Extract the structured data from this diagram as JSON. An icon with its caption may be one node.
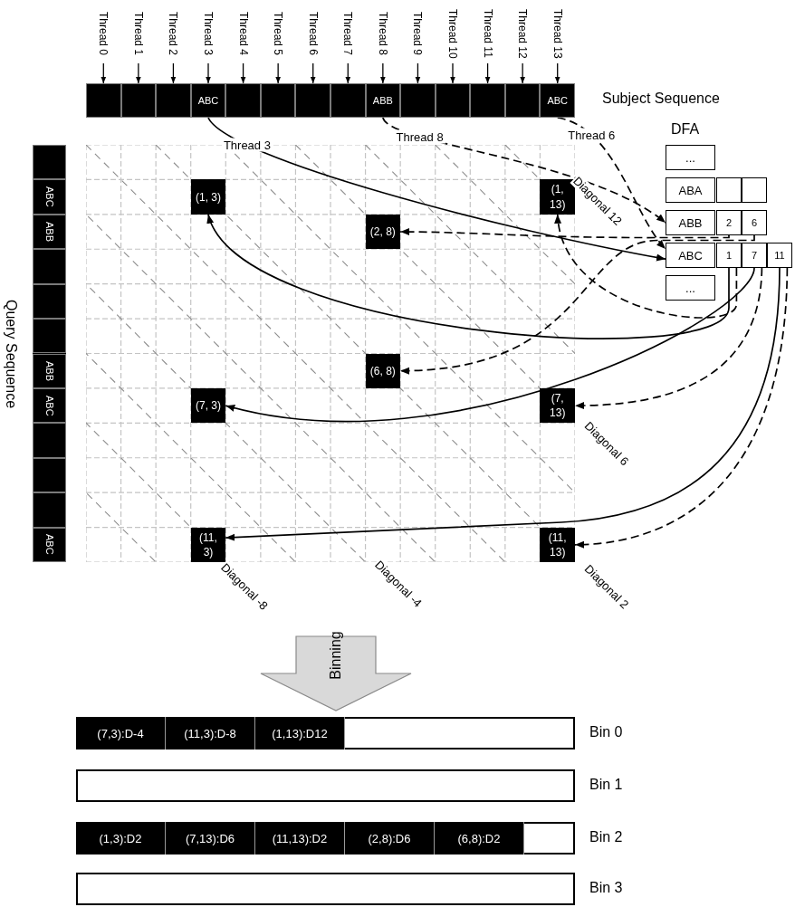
{
  "diagram": {
    "nodes": [
      {
        "text": [
          "Subject Sequence"
        ]
      },
      {
        "text": [],
        "shape": "box",
        "in": 0
      },
      {
        "text": [],
        "shape": "box",
        "in": 0
      },
      {
        "text": [],
        "shape": "box",
        "in": 0
      },
      {
        "text": [
          "ABC"
        ],
        "in": 0
      },
      {
        "text": [],
        "shape": "box",
        "in": 0
      },
      {
        "text": [],
        "shape": "box",
        "in": 0
      },
      {
        "text": [],
        "shape": "box",
        "in": 0
      },
      {
        "text": [],
        "shape": "box",
        "in": 0
      },
      {
        "text": [
          "ABB"
        ],
        "in": 0
      },
      {
        "text": [],
        "shape": "box",
        "in": 0
      },
      {
        "text": [],
        "shape": "box",
        "in": 0
      },
      {
        "text": [],
        "shape": "box",
        "in": 0
      },
      {
        "text": [],
        "shape": "box",
        "in": 0
      },
      {
        "text": [
          "ABC"
        ],
        "in": 0
      },
      {
        "text": [
          "Thread 0"
        ]
      },
      {
        "text": [
          "Thread 1"
        ]
      },
      {
        "text": [
          "Thread 2"
        ]
      },
      {
        "text": [
          "Thread 3"
        ]
      },
      {
        "text": [
          "Thread 4"
        ]
      },
      {
        "text": [
          "Thread 5"
        ]
      },
      {
        "text": [
          "Thread 6"
        ]
      },
      {
        "text": [
          "Thread 7"
        ]
      },
      {
        "text": [
          "Thread 8"
        ]
      },
      {
        "text": [
          "Thread 9"
        ]
      },
      {
        "text": [
          "Thread 10"
        ]
      },
      {
        "text": [
          "Thread 11"
        ]
      },
      {
        "text": [
          "Thread 12"
        ]
      },
      {
        "text": [
          "Thread 13"
        ]
      },
      {
        "text": [
          "Query Sequence"
        ]
      },
      {
        "text": [],
        "shape": "box",
        "in": 29
      },
      {
        "text": [
          "ABC"
        ],
        "in": 29
      },
      {
        "text": [
          "ABB"
        ],
        "in": 29
      },
      {
        "text": [],
        "shape": "box",
        "in": 29
      },
      {
        "text": [],
        "shape": "box",
        "in": 29
      },
      {
        "text": [],
        "shape": "box",
        "in": 29
      },
      {
        "text": [
          "ABB"
        ],
        "in": 29
      },
      {
        "text": [
          "ABC"
        ],
        "in": 29
      },
      {
        "text": [],
        "shape": "box",
        "in": 29
      },
      {
        "text": [],
        "shape": "box",
        "in": 29
      },
      {
        "text": [],
        "shape": "box",
        "in": 29
      },
      {
        "text": [
          "ABC"
        ],
        "in": 29
      },
      {
        "text": [],
        "shape": "box"
      },
      {
        "text": [
          "(1, 3)"
        ],
        "in": 42
      },
      {
        "text": [
          "(1, 13)"
        ],
        "in": 42
      },
      {
        "text": [
          "(2, 8)"
        ],
        "in": 42
      },
      {
        "text": [
          "(6, 8)"
        ],
        "in": 42
      },
      {
        "text": [
          "(7, 3)"
        ],
        "in": 42
      },
      {
        "text": [
          "(7, 13)"
        ],
        "in": 42
      },
      {
        "text": [
          "(11, 3)"
        ],
        "in": 42
      },
      {
        "text": [
          "(11, 13)"
        ],
        "in": 42
      },
      {
        "text": [
          "DFA"
        ]
      },
      {
        "text": [
          "..."
        ],
        "in": 51
      },
      {
        "text": [
          "ABA"
        ],
        "in": 51
      },
      {
        "text": [],
        "shape": "box",
        "in": 51
      },
      {
        "text": [],
        "shape": "box",
        "in": 51
      },
      {
        "text": [
          "ABB"
        ],
        "in": 51
      },
      {
        "text": [
          "2"
        ],
        "in": 51
      },
      {
        "text": [
          "6"
        ],
        "in": 51
      },
      {
        "text": [
          "ABC"
        ],
        "in": 51
      },
      {
        "text": [
          "1"
        ],
        "in": 51
      },
      {
        "text": [
          "7"
        ],
        "in": 51
      },
      {
        "text": [
          "11"
        ],
        "in": 51
      },
      {
        "text": [
          "..."
        ],
        "in": 51
      },
      {
        "text": [
          "Binning"
        ]
      },
      {
        "text": [
          "Bin 0"
        ]
      },
      {
        "text": [
          "(7,3):D-4"
        ],
        "in": 65
      },
      {
        "text": [
          "(11,3):D-8"
        ],
        "in": 65
      },
      {
        "text": [
          "(1,13):D12"
        ],
        "in": 65
      },
      {
        "text": [
          "Bin 1"
        ]
      },
      {
        "text": [
          "Bin 2"
        ]
      },
      {
        "text": [
          "(1,3):D2"
        ],
        "in": 70
      },
      {
        "text": [
          "(7,13):D6"
        ],
        "in": 70
      },
      {
        "text": [
          "(11,13):D2"
        ],
        "in": 70
      },
      {
        "text": [
          "(2,8):D6"
        ],
        "in": 70
      },
      {
        "text": [
          "(6,8):D2"
        ],
        "in": 70
      },
      {
        "text": [
          "Bin 3"
        ]
      }
    ],
    "edges": [
      {
        "from": 15,
        "to": 1,
        "arrow": "to"
      },
      {
        "from": 16,
        "to": 2,
        "arrow": "to"
      },
      {
        "from": 17,
        "to": 3,
        "arrow": "to"
      },
      {
        "from": 18,
        "to": 4,
        "arrow": "to"
      },
      {
        "from": 19,
        "to": 5,
        "arrow": "to"
      },
      {
        "from": 20,
        "to": 6,
        "arrow": "to"
      },
      {
        "from": 21,
        "to": 7,
        "arrow": "to"
      },
      {
        "from": 22,
        "to": 8,
        "arrow": "to"
      },
      {
        "from": 23,
        "to": 9,
        "arrow": "to"
      },
      {
        "from": 24,
        "to": 10,
        "arrow": "to"
      },
      {
        "from": 25,
        "to": 11,
        "arrow": "to"
      },
      {
        "from": 26,
        "to": 12,
        "arrow": "to"
      },
      {
        "from": 27,
        "to": 13,
        "arrow": "to"
      },
      {
        "from": 28,
        "to": 14,
        "arrow": "to"
      },
      {
        "from": 4,
        "to": 59,
        "arrow": "to",
        "label": "Thread 3"
      },
      {
        "from": 9,
        "to": 56,
        "arrow": "to",
        "label": "Thread 8",
        "style": "dashed"
      },
      {
        "from": 14,
        "to": 59,
        "arrow": "to",
        "label": "Thread 6",
        "style": "dashed"
      },
      {
        "from": 60,
        "to": 43,
        "arrow": "to"
      },
      {
        "from": 60,
        "to": 44,
        "arrow": "to",
        "style": "dashed"
      },
      {
        "from": 57,
        "to": 45,
        "arrow": "to",
        "style": "dashed"
      },
      {
        "from": 58,
        "to": 46,
        "arrow": "to",
        "style": "dashed"
      },
      {
        "from": 61,
        "to": 47,
        "arrow": "to"
      },
      {
        "from": 61,
        "to": 48,
        "arrow": "to",
        "style": "dashed"
      },
      {
        "from": 62,
        "to": 49,
        "arrow": "to"
      },
      {
        "from": 62,
        "to": 50,
        "arrow": "to",
        "style": "dashed"
      }
    ],
    "labels": [
      "Diagonal 12",
      "Diagonal 6",
      "Diagonal -8",
      "Diagonal -4",
      "Diagonal 2"
    ]
  }
}
